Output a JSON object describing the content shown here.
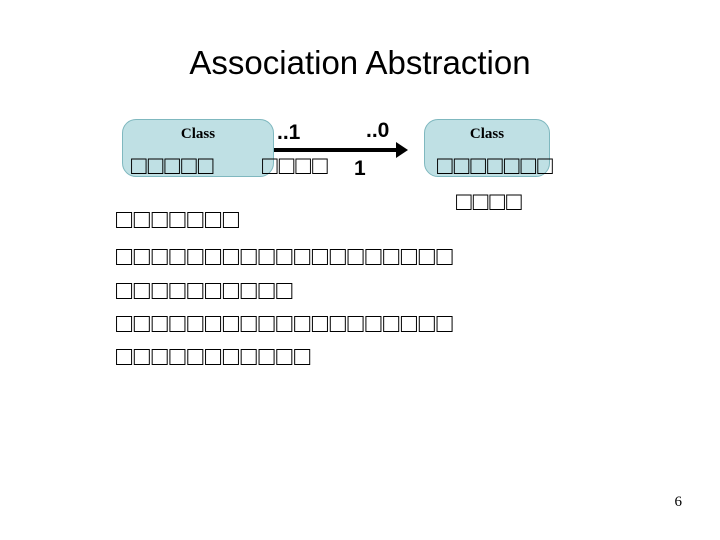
{
  "slide": {
    "title": "Association Abstraction",
    "page_number": "6",
    "background_color": "#ffffff",
    "text_color": "#000000"
  },
  "diagram": {
    "type": "uml-association",
    "accent_color": "#bfe0e4",
    "border_color": "#7fb8bf",
    "source_class": {
      "label": "Class"
    },
    "target_class": {
      "label": "Class"
    },
    "association": {
      "direction": "source-to-target",
      "arrowhead": "open-arrow",
      "source_multiplicity_upper": "..1",
      "target_multiplicity_upper": "..0",
      "target_multiplicity_lower": "1"
    }
  },
  "tofu": {
    "note": "Body text renders as missing-glyph boxes (tofu)",
    "left_box_inline": "□□□□□",
    "left_after_box": "□□□□",
    "right_box_inline": "□□□□□□□",
    "right_box_row2": "□□□□",
    "body_line_1": "□□□□□□□",
    "body_line_2": "□□□□□□□□□□□□□□□□□□□",
    "body_line_3": "□□□□□□□□□□",
    "body_line_4": "□□□□□□□□□□□□□□□□□□□",
    "body_line_5": "□□□□□□□□□□□"
  }
}
